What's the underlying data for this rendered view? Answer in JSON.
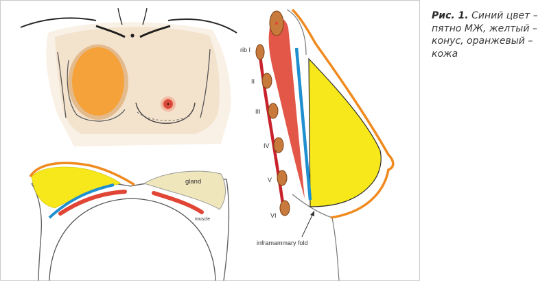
{
  "figure": {
    "labels": {
      "gland": "gland",
      "muscle": "muscle",
      "inframammary_fold": "inframammary fold",
      "ribs": [
        "rib I",
        "II",
        "III",
        "IV",
        "V",
        "VI"
      ]
    },
    "colors": {
      "gland_yellow": "#f7e81c",
      "skin_orange": "#f08a1e",
      "muscle_red": "#e04535",
      "fascia_blue": "#1f8fd0",
      "skin_beige": "#f3e2cc",
      "spot_orange": "#f5a23a",
      "nipple_red": "#d94a3b",
      "gland_beige": "#efe6bb"
    }
  },
  "caption": {
    "lead": "Рис. 1.",
    "text": "Синий цвет – пятно МЖ, желтый – конус, оранжевый – кожа"
  }
}
